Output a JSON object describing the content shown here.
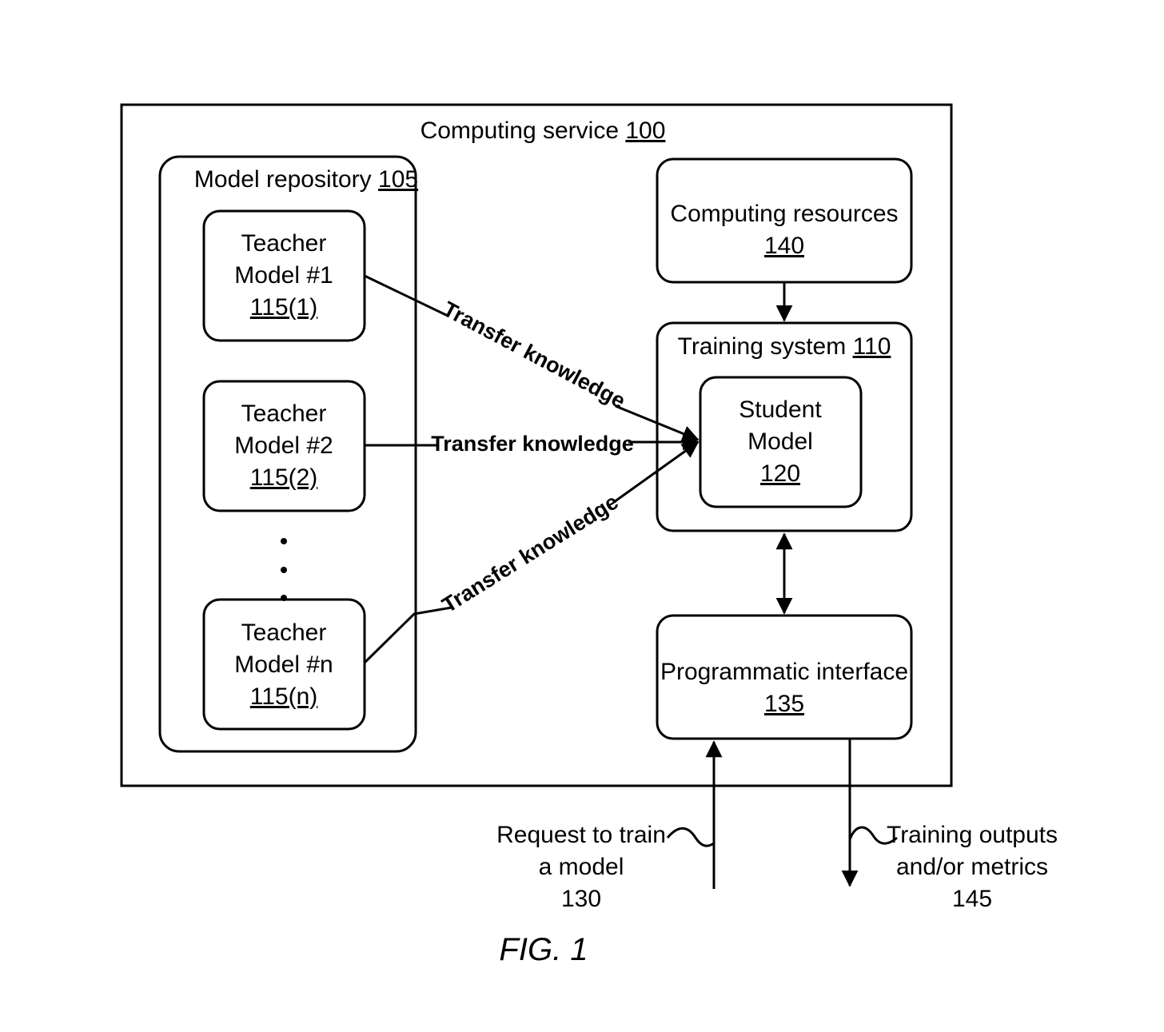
{
  "computing_service": {
    "label": "Computing service ",
    "ref": "100"
  },
  "model_repository": {
    "label": "Model repository ",
    "ref": "105"
  },
  "teachers": [
    {
      "line1": "Teacher",
      "line2": "Model #1",
      "ref": "115(1)"
    },
    {
      "line1": "Teacher",
      "line2": "Model #2",
      "ref": "115(2)"
    },
    {
      "line1": "Teacher",
      "line2": "Model #n",
      "ref": "115(n)"
    }
  ],
  "computing_resources": {
    "label": "Computing resources",
    "ref": "140"
  },
  "training_system": {
    "label": "Training system ",
    "ref": "110"
  },
  "student_model": {
    "line1": "Student",
    "line2": "Model",
    "ref": "120"
  },
  "programmatic_interface": {
    "label": "Programmatic interface",
    "ref": "135"
  },
  "transfer_labels": [
    "Transfer knowledge",
    "Transfer knowledge",
    "Transfer knowledge"
  ],
  "request": {
    "line1": "Request to train",
    "line2": "a model",
    "ref": "130"
  },
  "outputs": {
    "line1": "Training outputs",
    "line2": "and/or metrics",
    "ref": "145"
  },
  "figure_caption": "FIG. 1"
}
